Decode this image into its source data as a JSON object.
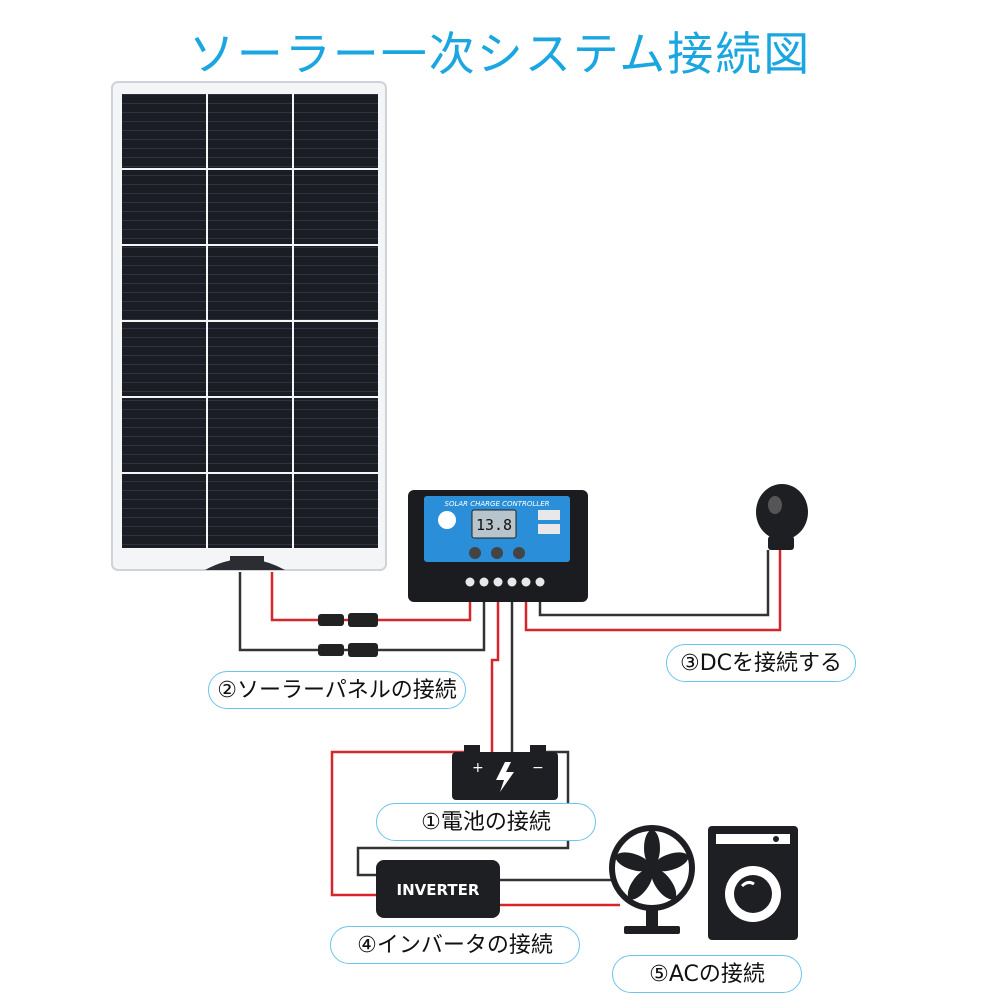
{
  "title": "ソーラー一次システム接続図",
  "controller": {
    "label": "SOLAR CHARGE CONTROLLER",
    "display": "13.8"
  },
  "inverter": {
    "label": "INVERTER"
  },
  "battery": {
    "plus": "+",
    "minus": "−"
  },
  "callouts": {
    "solar": "②ソーラーパネルの接続",
    "dc": "③DCを接続する",
    "battery": "①電池の接続",
    "inverter": "④インバータの接続",
    "ac": "⑤ACの接続"
  },
  "colors": {
    "title": "#1aa6e0",
    "wire_red": "#d6262a",
    "wire_black": "#333333",
    "controller_blue": "#2a8fd8",
    "callout_border": "#6cc5ec"
  }
}
